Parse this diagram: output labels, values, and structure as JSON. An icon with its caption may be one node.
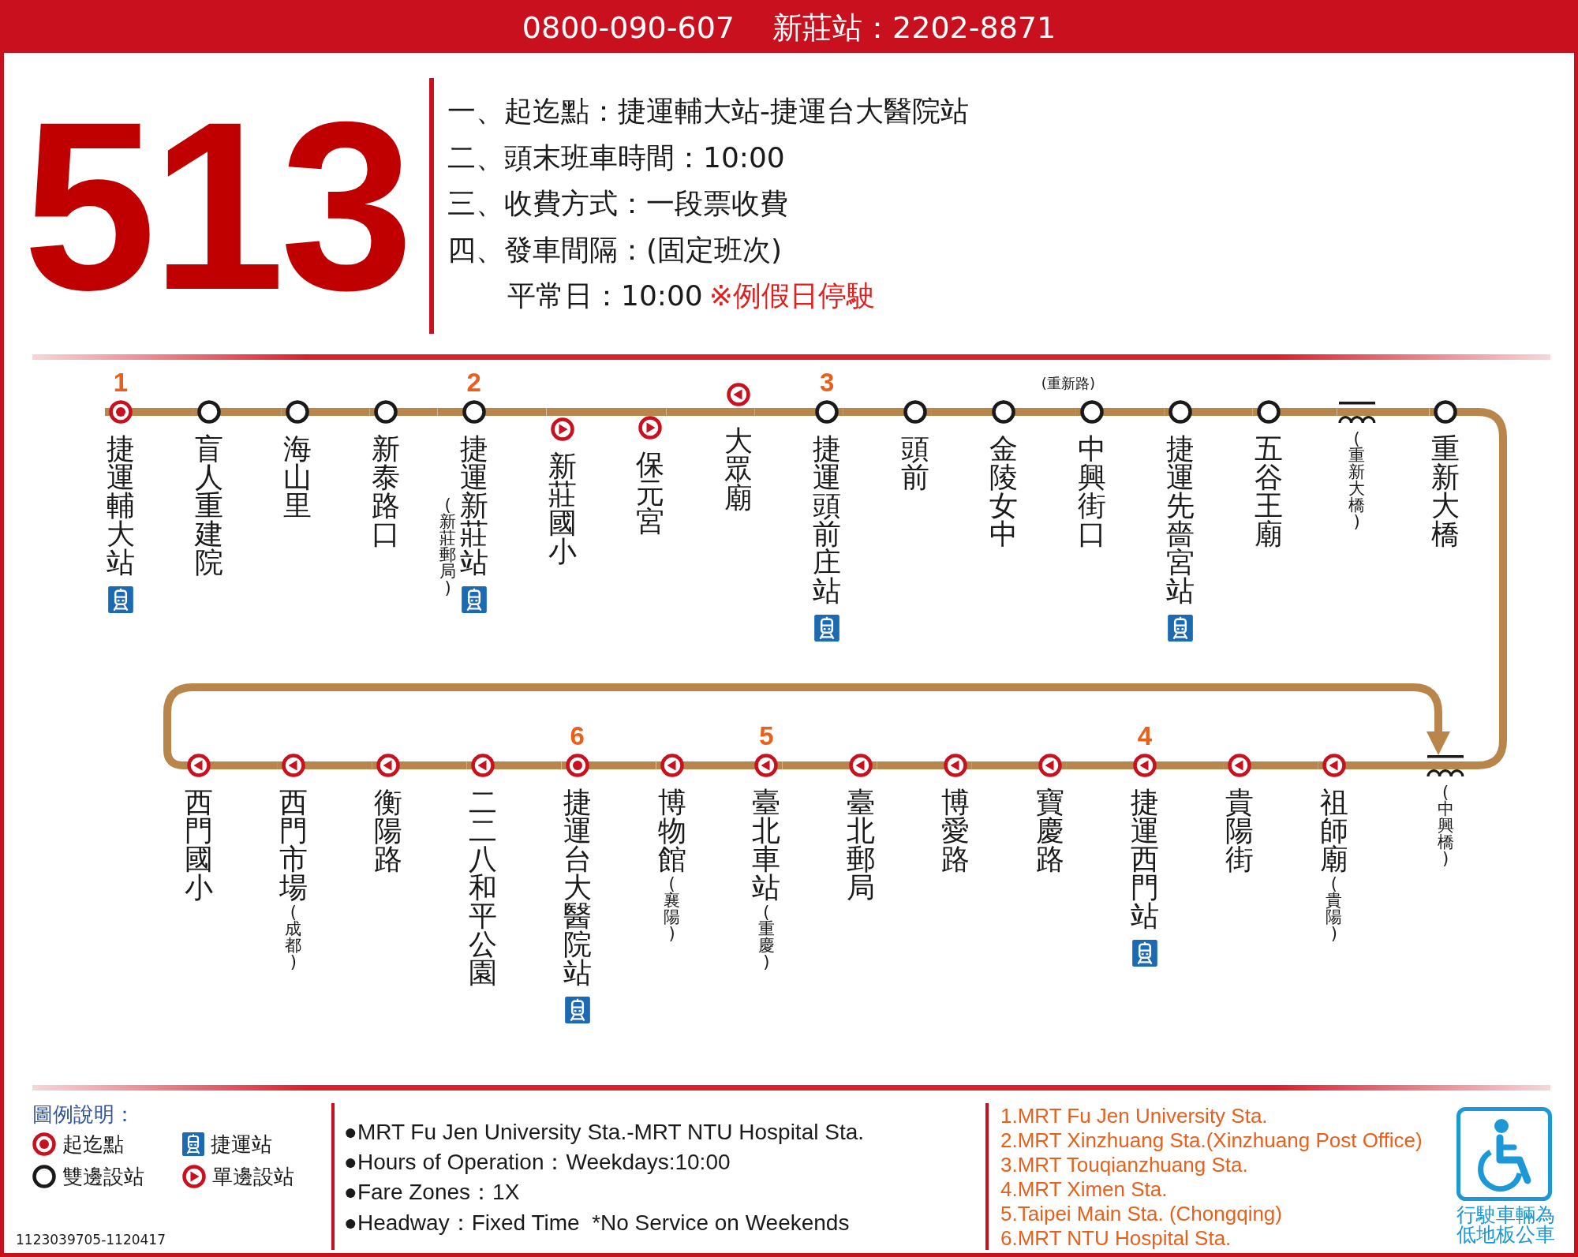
{
  "diagram": {
    "title": "513",
    "nodes": [
      {
        "text": [
          "捷運輔大站"
        ],
        "beside": [
          "1"
        ]
      },
      {
        "text": [
          "盲人重建院"
        ]
      },
      {
        "text": [
          "海山里"
        ]
      },
      {
        "text": [
          "新泰路口"
        ]
      },
      {
        "text": [
          "(新莊郵局)",
          "捷運新莊站"
        ],
        "beside": [
          "2"
        ]
      },
      {
        "text": [
          "新莊國小"
        ]
      },
      {
        "text": [
          "保元宮"
        ]
      },
      {
        "text": [
          "大眾廟"
        ]
      },
      {
        "text": [
          "捷運頭前庄站"
        ],
        "beside": [
          "3"
        ]
      },
      {
        "text": [
          "頭前"
        ]
      },
      {
        "text": [
          "金陵女中"
        ]
      },
      {
        "text": [
          "中興街口"
        ],
        "beside": [
          "(重新路)"
        ]
      },
      {
        "text": [
          "捷運先嗇宮站"
        ]
      },
      {
        "text": [
          "五谷王廟"
        ]
      },
      {
        "text": [
          "(重新大橋)"
        ]
      },
      {
        "text": [
          "重新大橋"
        ]
      },
      {
        "text": [
          "西門國小"
        ]
      },
      {
        "text": [
          "西門市場",
          "(成都)"
        ]
      },
      {
        "text": [
          "衡陽路"
        ]
      },
      {
        "text": [
          "二二八和平公園"
        ]
      },
      {
        "text": [
          "捷運台大醫院站"
        ],
        "beside": [
          "6"
        ]
      },
      {
        "text": [
          "博物館",
          "(襄陽)"
        ]
      },
      {
        "text": [
          "臺北車站",
          "(重慶)"
        ],
        "beside": [
          "5"
        ]
      },
      {
        "text": [
          "臺北郵局"
        ]
      },
      {
        "text": [
          "博愛路"
        ]
      },
      {
        "text": [
          "寶慶路"
        ]
      },
      {
        "text": [
          "捷運西門站"
        ],
        "beside": [
          "4"
        ]
      },
      {
        "text": [
          "貴陽街"
        ]
      },
      {
        "text": [
          "祖師廟",
          "(貴陽)"
        ]
      },
      {
        "text": [
          "(中興橋)"
        ]
      }
    ],
    "edges": [
      {
        "from": 0,
        "to": 1,
        "arrow": "none"
      },
      {
        "from": 1,
        "to": 2,
        "arrow": "none"
      },
      {
        "from": 2,
        "to": 3,
        "arrow": "none"
      },
      {
        "from": 3,
        "to": 4,
        "arrow": "none"
      },
      {
        "from": 4,
        "to": 5,
        "arrow": "none"
      },
      {
        "from": 5,
        "to": 6,
        "arrow": "none"
      },
      {
        "from": 6,
        "to": 7,
        "arrow": "none"
      },
      {
        "from": 7,
        "to": 8,
        "arrow": "none"
      },
      {
        "from": 8,
        "to": 9,
        "arrow": "none"
      },
      {
        "from": 9,
        "to": 10,
        "arrow": "none"
      },
      {
        "from": 10,
        "to": 11,
        "arrow": "none"
      },
      {
        "from": 11,
        "to": 12,
        "arrow": "none"
      },
      {
        "from": 12,
        "to": 13,
        "arrow": "none"
      },
      {
        "from": 13,
        "to": 14,
        "arrow": "none"
      },
      {
        "from": 14,
        "to": 15,
        "arrow": "none"
      },
      {
        "from": 15,
        "to": 29,
        "arrow": "none"
      },
      {
        "from": 29,
        "to": 28,
        "arrow": "none"
      },
      {
        "from": 28,
        "to": 27,
        "arrow": "none"
      },
      {
        "from": 27,
        "to": 26,
        "arrow": "none"
      },
      {
        "from": 26,
        "to": 25,
        "arrow": "none"
      },
      {
        "from": 25,
        "to": 24,
        "arrow": "none"
      },
      {
        "from": 24,
        "to": 23,
        "arrow": "none"
      },
      {
        "from": 23,
        "to": 22,
        "arrow": "none"
      },
      {
        "from": 22,
        "to": 21,
        "arrow": "none"
      },
      {
        "from": 21,
        "to": 20,
        "arrow": "none"
      },
      {
        "from": 20,
        "to": 19,
        "arrow": "none"
      },
      {
        "from": 19,
        "to": 18,
        "arrow": "none"
      },
      {
        "from": 18,
        "to": 17,
        "arrow": "none"
      },
      {
        "from": 17,
        "to": 16,
        "arrow": "none"
      },
      {
        "from": 16,
        "to": 29,
        "arrow": "to"
      }
    ],
    "labels": [
      "0800-090-607",
      "新莊站：2202-8871",
      "一、起迄點：捷運輔大站-捷運台大醫院站",
      "二、頭末班車時間：10:00",
      "三、收費方式：一段票收費",
      "四、發車間隔：(固定班次)",
      "平常日：10:00",
      "※例假日停駛",
      "圖例說明：",
      "●MRT Fu Jen University Sta.-MRT NTU Hospital Sta.",
      "●Hours of Operation：Weekdays:10:00",
      "●Fare Zones：1X",
      "●Headway：Fixed Time  *No Service on Weekends",
      "1.MRT Fu Jen University Sta.",
      "2.MRT Xinzhuang Sta.(Xinzhuang Post Office)",
      "3.MRT Touqianzhuang Sta.",
      "4.MRT Ximen Sta.",
      "5.Taipei Main Sta. (Chongqing)",
      "6.MRT NTU Hospital Sta.",
      "行駛車輛為低地板公車",
      "1123039705-1120417"
    ],
    "legend": [
      {
        "text": "起迄點"
      },
      {
        "text": "捷運站"
      },
      {
        "text": "雙邊設站"
      },
      {
        "text": "單邊設站"
      }
    ]
  }
}
